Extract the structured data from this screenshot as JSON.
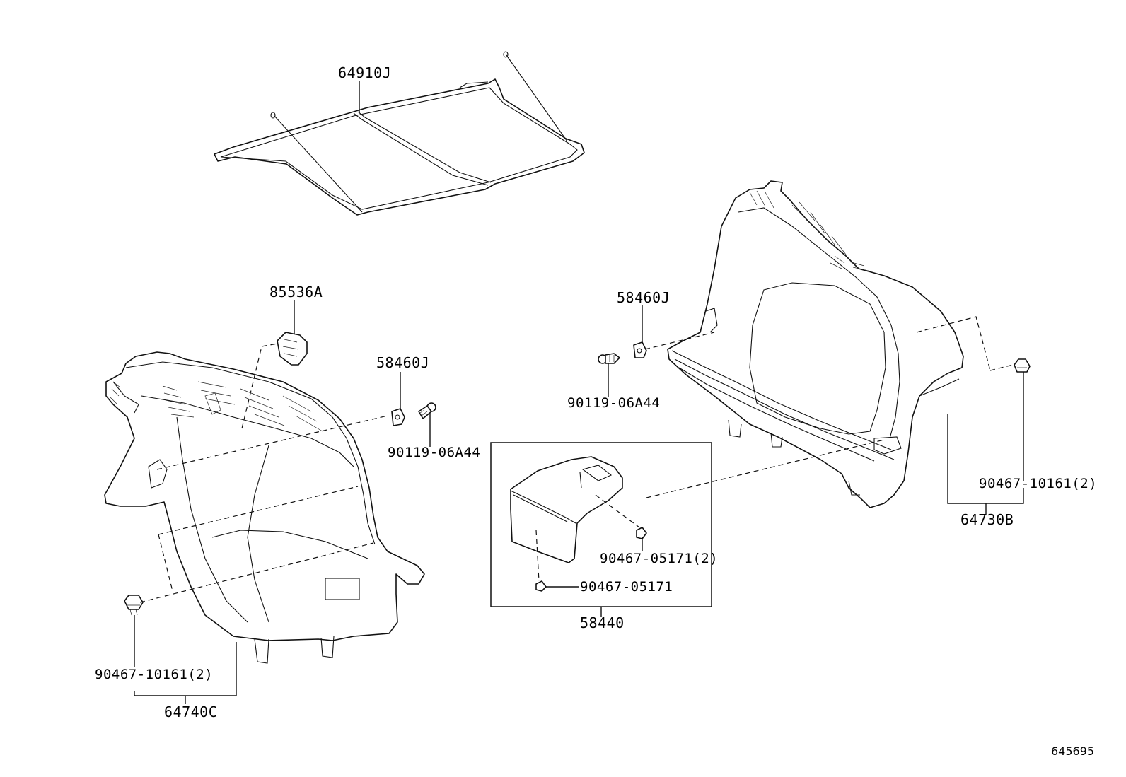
{
  "labels": {
    "p64910J": "64910J",
    "p85536A": "85536A",
    "p58460J_left": "58460J",
    "p90119_left": "90119-06A44",
    "p58460J_right": "58460J",
    "p90119_right": "90119-06A44",
    "p90467_10161_right": "90467-10161(2)",
    "p64730B": "64730B",
    "p90467_05171_2": "90467-05171(2)",
    "p90467_05171": "90467-05171",
    "p58440": "58440",
    "p90467_10161_left": "90467-10161(2)",
    "p64740C": "64740C"
  },
  "reference_number": "645695"
}
